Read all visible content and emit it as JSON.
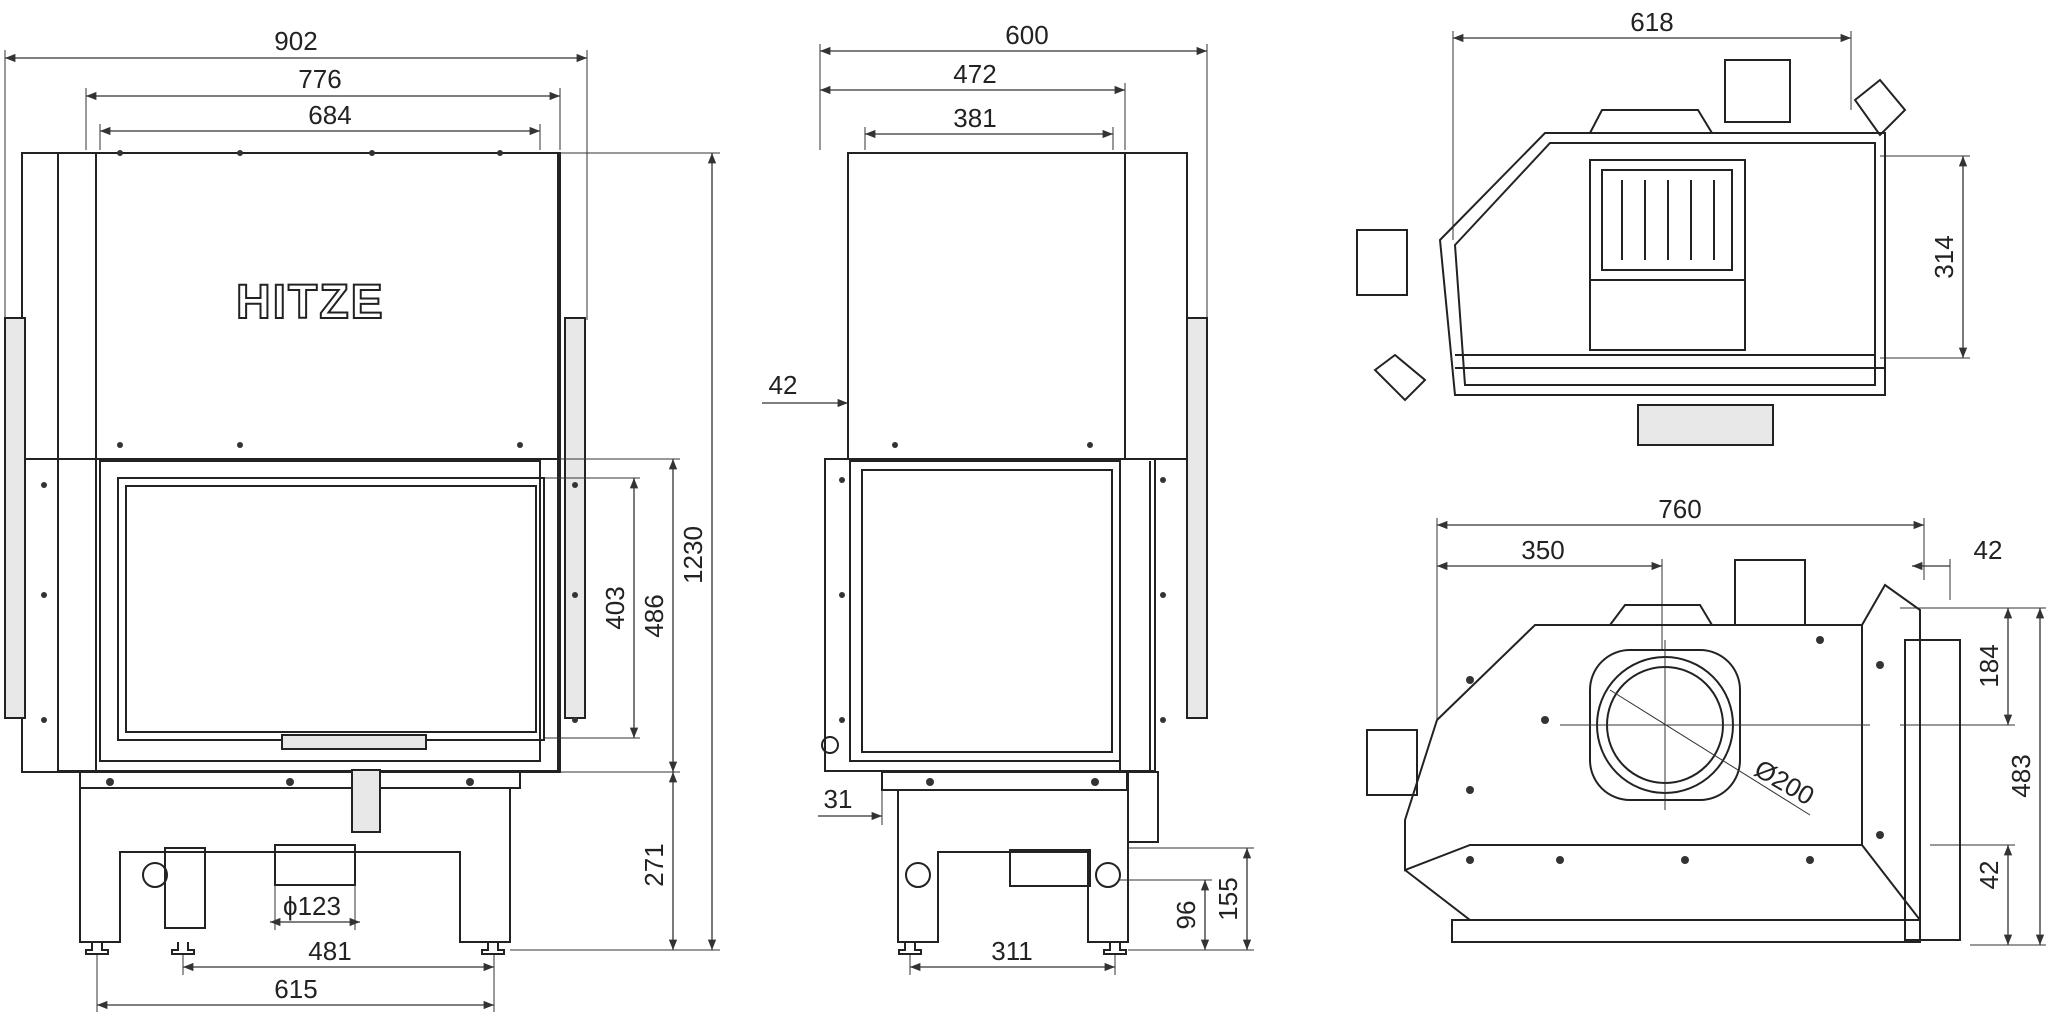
{
  "brand_logo": "HITZE",
  "colors": {
    "line": "#333333",
    "background": "#ffffff",
    "panel_fill": "#e8e8e8"
  },
  "front_view": {
    "d902": "902",
    "d776": "776",
    "d684": "684",
    "d1230": "1230",
    "d486": "486",
    "d403": "403",
    "d271": "271",
    "d_flue": "ϕ123",
    "d481": "481",
    "d615": "615"
  },
  "side_view": {
    "d600": "600",
    "d472": "472",
    "d381": "381",
    "d42": "42",
    "d31": "31",
    "d311": "311",
    "d96": "96",
    "d155": "155"
  },
  "top_right_view": {
    "d618": "618",
    "d314": "314"
  },
  "bottom_right_view": {
    "d760": "760",
    "d350": "350",
    "d42a": "42",
    "d184": "184",
    "d483": "483",
    "d42b": "42",
    "d_outlet": "Ø200"
  }
}
